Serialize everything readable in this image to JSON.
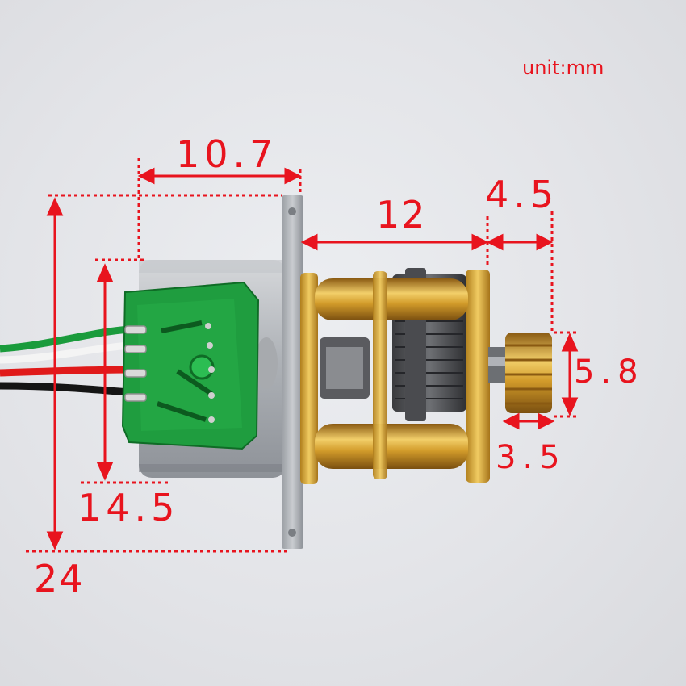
{
  "unit_label": "unit:mm",
  "dimensions": {
    "motor_length": "10.7",
    "gearbox_length": "12",
    "shaft_length": "4.5",
    "pinion_diameter": "5.8",
    "pinion_width": "3.5",
    "motor_height": "14.5",
    "overall_height": "24"
  },
  "colors": {
    "annotation": "#e8141e",
    "background": "#e4e5e9",
    "brass": "#d4a52c",
    "pcb": "#1f9d3f",
    "steel": "#b8bcc1"
  }
}
